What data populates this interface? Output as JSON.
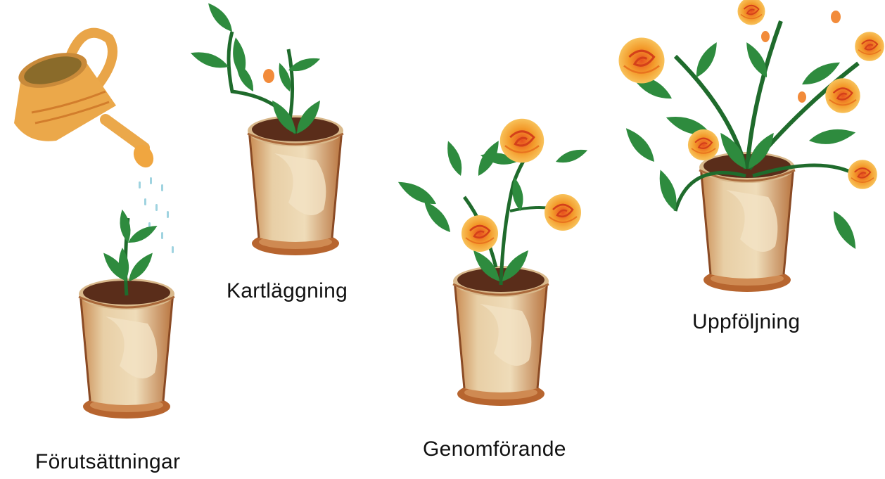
{
  "stages": [
    {
      "id": "forutsattningar",
      "label": "Förutsättningar"
    },
    {
      "id": "kartlaggning",
      "label": "Kartläggning"
    },
    {
      "id": "genomforande",
      "label": "Genomförande"
    },
    {
      "id": "uppfoljning",
      "label": "Uppföljning"
    }
  ],
  "icons": {
    "watering_can": "watering-can-icon",
    "pot": "flower-pot-icon",
    "rose": "orange-rose-icon"
  },
  "colors": {
    "leaf": "#2e8b3e",
    "leaf_dark": "#1f6b2c",
    "pot": "#d9b98c",
    "pot_dark": "#a9683a",
    "soil": "#5a2d1a",
    "flower": "#f5a623",
    "flower_inner": "#e8501e",
    "can": "#eba84a",
    "water": "#9fd3e0"
  }
}
